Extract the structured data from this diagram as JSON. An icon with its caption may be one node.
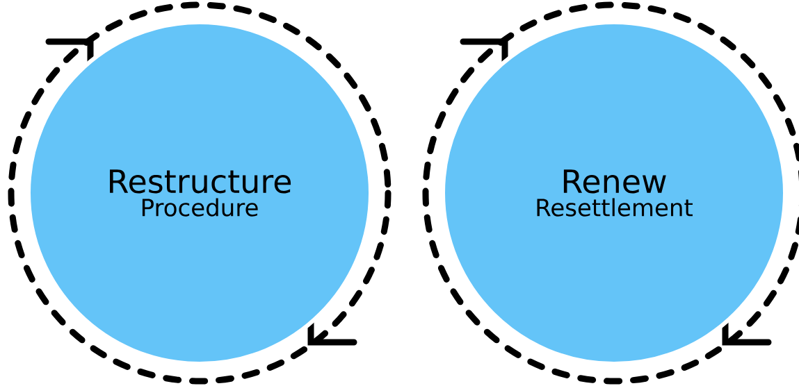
{
  "diagram": {
    "nodes": [
      {
        "text": [
          "Restructure",
          "Procedure"
        ]
      },
      {
        "text": [
          "Renew",
          "Resettlement"
        ]
      }
    ]
  }
}
